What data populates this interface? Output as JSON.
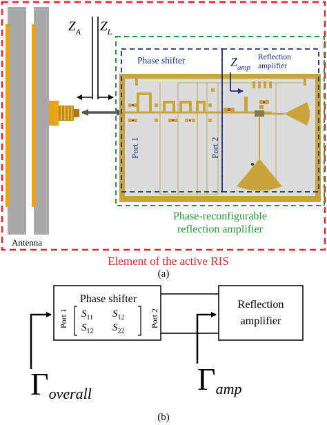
{
  "panel_a": {
    "antenna_label": "Antenna",
    "z_a": {
      "base": "Z",
      "sub": "A"
    },
    "z_l": {
      "base": "Z",
      "sub": "L"
    },
    "phase_shifter_title": "Phase shifter",
    "z_amp": {
      "base": "Z",
      "sub": "amp"
    },
    "reflection_amp_line1": "Reflection",
    "reflection_amp_line2": "amplifier",
    "port1": "Port 1",
    "port2": "Port 2",
    "reconfig_line1": "Phase-reconfigurable",
    "reconfig_line2": "reflection amplifier",
    "element_caption": "Element of the active RIS",
    "subfig_label": "(a)"
  },
  "panel_b": {
    "phase_shifter_title": "Phase shifter",
    "port1": "Port 1",
    "port2": "Port 2",
    "matrix": {
      "s11": {
        "base": "S",
        "sub": "11"
      },
      "s12a": {
        "base": "S",
        "sub": "12"
      },
      "s12b": {
        "base": "S",
        "sub": "12"
      },
      "s22": {
        "base": "S",
        "sub": "22"
      }
    },
    "reflection_amp_line1": "Reflection",
    "reflection_amp_line2": "amplifier",
    "gamma_overall": {
      "base": "Γ",
      "sub": "overall"
    },
    "gamma_amp": {
      "base": "Γ",
      "sub": "amp"
    },
    "subfig_label": "(b)"
  },
  "colors": {
    "red_dash": "#e8242a",
    "green_dash": "#1f9e3a",
    "blue_dash": "#1a2e8a",
    "board_gold": "#c9a43a",
    "board_gray": "#dcdcdc",
    "antenna_gray": "#a9a9a9",
    "arrow_gray": "#555555"
  }
}
